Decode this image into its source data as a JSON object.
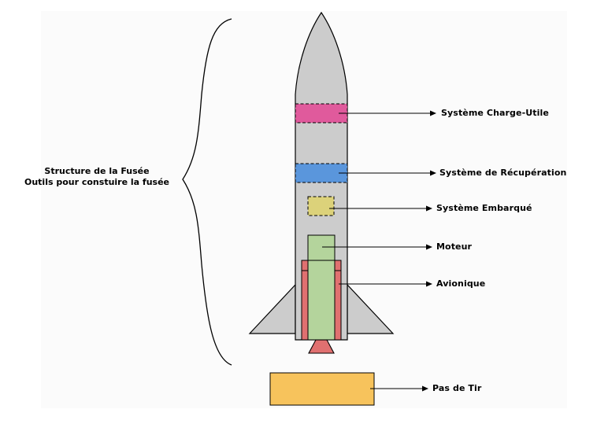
{
  "structure": {
    "line1": "Structure de la Fusée",
    "line2": "Outils pour constuire la fusée"
  },
  "labels": {
    "payload": "Système Charge-Utile",
    "recovery": "Système de Récupération",
    "embedded": "Système Embarqué",
    "motor": "Moteur",
    "avionics": "Avionique",
    "launchpad": "Pas de Tir"
  },
  "colors": {
    "body": "#cccccc",
    "payload": "#e05a9c",
    "recovery": "#5a96dc",
    "embedded": "#dcd27a",
    "motor": "#b4d49c",
    "avionics": "#e07070",
    "launchpad": "#f7c35c"
  }
}
